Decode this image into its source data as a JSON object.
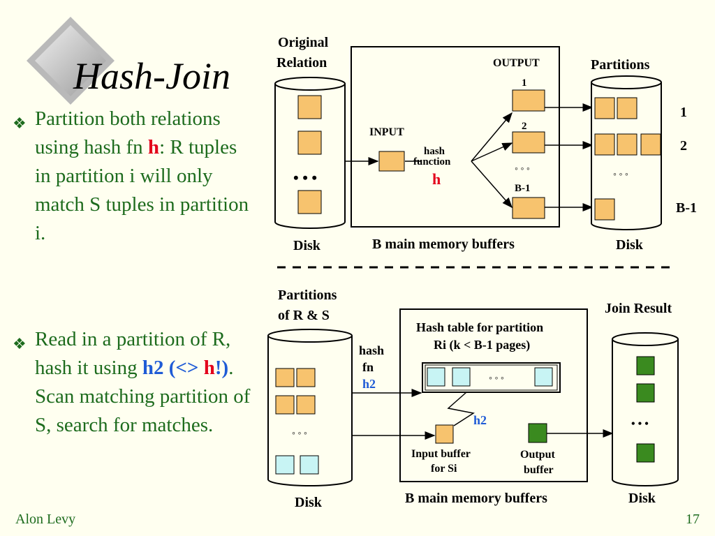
{
  "slide": {
    "title": "Hash-Join",
    "footer_author": "Alon Levy",
    "page_number": "17"
  },
  "bullets": [
    {
      "pre": "Partition both relations using hash fn ",
      "red": "h",
      "post": ":  R tuples in partition i will only match S tuples in partition i."
    },
    {
      "pre": "Read in a partition of R, hash it using ",
      "blue1": "h2 (<> ",
      "red": "h",
      "blue2": "!)",
      "post": ". Scan matching partition of S, search for matches."
    }
  ],
  "diagram_top": {
    "original_relation_l1": "Original",
    "original_relation_l2": "Relation",
    "output": "OUTPUT",
    "partitions": "Partitions",
    "input": "INPUT",
    "hash_l1": "hash",
    "hash_l2": "function",
    "hash_h": "h",
    "buf1": "1",
    "buf2": "2",
    "bufb1": "B-1",
    "part1": "1",
    "part2": "2",
    "partb1": "B-1",
    "disk_left": "Disk",
    "memory": "B main memory buffers",
    "disk_right": "Disk",
    "dots_big": "• • •",
    "dots_small": "◦ ◦ ◦"
  },
  "diagram_bottom": {
    "partitions_l1": "Partitions",
    "partitions_l2": "of R & S",
    "join_result": "Join Result",
    "hashtable_l1": "Hash table for partition",
    "hashtable_l2": "Ri (k < B-1 pages)",
    "hashfn_l1": "hash",
    "hashfn_l2": "fn",
    "hashfn_h2": "h2",
    "h2": "h2",
    "input_buffer_l1": "Input buffer",
    "input_buffer_l2": "for Si",
    "output_buffer_l1": "Output",
    "output_buffer_l2": "buffer",
    "disk_left": "Disk",
    "memory": "B main memory buffers",
    "disk_right": "Disk",
    "dots_small": "◦ ◦ ◦",
    "dots_green": "• • •"
  },
  "colors": {
    "orange_box": "#f7c36e",
    "cyan_box": "#c8f4f4",
    "green_box": "#3a8a1f",
    "bullet_green": "#1d6b1d",
    "red": "#e3001b",
    "blue": "#1f5bd6"
  }
}
